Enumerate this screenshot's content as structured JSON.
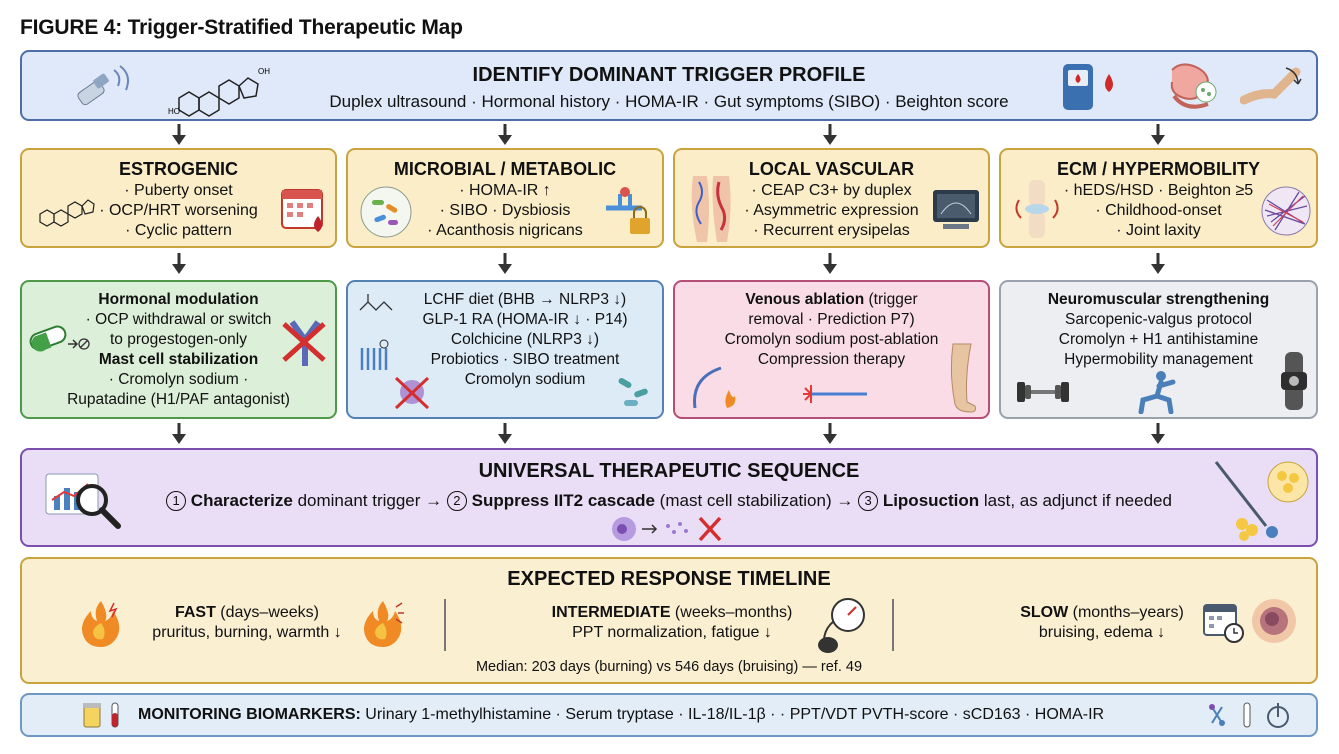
{
  "figure_title": "FIGURE 4: Trigger-Stratified Therapeutic Map",
  "identify": {
    "title": "IDENTIFY DOMINANT TRIGGER PROFILE",
    "subtitle": "Duplex ultrasound · Hormonal history · HOMA-IR · Gut symptoms (SIBO) · Beighton score"
  },
  "triggers": [
    {
      "title": "ESTROGENIC",
      "lines": [
        "· Puberty onset",
        "· OCP/HRT worsening",
        "· Cyclic pattern"
      ]
    },
    {
      "title": "MICROBIAL / METABOLIC",
      "lines": [
        "· HOMA-IR ↑",
        "· SIBO · Dysbiosis",
        "· Acanthosis nigricans"
      ]
    },
    {
      "title": "LOCAL VASCULAR",
      "lines": [
        "· CEAP C3+ by duplex",
        "· Asymmetric expression",
        "· Recurrent erysipelas"
      ]
    },
    {
      "title": "ECM / HYPERMOBILITY",
      "lines": [
        "· hEDS/HSD · Beighton ≥5",
        "· Childhood-onset",
        "· Joint laxity"
      ]
    }
  ],
  "therapies": {
    "hormonal": {
      "head1": "Hormonal modulation",
      "l1": "· OCP withdrawal or switch",
      "l2": "to progestogen-only",
      "head2": "Mast cell stabilization",
      "l3": "· Cromolyn sodium ·",
      "l4": "Rupatadine (H1/PAF antagonist)"
    },
    "metabolic": {
      "lines": [
        "LCHF diet (BHB → NLRP3 ↓)",
        "GLP-1 RA (HOMA-IR ↓ · P14)",
        "Colchicine (NLRP3 ↓)",
        "Probiotics · SIBO treatment",
        "Cromolyn sodium"
      ]
    },
    "vascular": {
      "head": "Venous ablation",
      "head_rest": " (trigger",
      "l1": "removal · Prediction P7)",
      "l2": "Cromolyn sodium post-ablation",
      "l3": "Compression therapy"
    },
    "ecm": {
      "head": "Neuromuscular strengthening",
      "l1": "Sarcopenic-valgus protocol",
      "l2": "Cromolyn + H1 antihistamine",
      "l3": "Hypermobility management"
    }
  },
  "universal": {
    "title": "UNIVERSAL THERAPEUTIC SEQUENCE",
    "n1": "1",
    "s1_bold": "Characterize",
    "s1_rest": " dominant trigger →",
    "n2": "2",
    "s2_bold": "Suppress IIT2 cascade",
    "s2_rest": " (mast cell stabilization) →",
    "n3": "3",
    "s3_bold": "Liposuction",
    "s3_rest": " last, as adjunct if needed"
  },
  "timeline": {
    "title": "EXPECTED RESPONSE TIMELINE",
    "fast_label": "FAST",
    "fast_range": " (days–weeks)",
    "fast_desc": "pruritus, burning, warmth ↓",
    "inter_label": "INTERMEDIATE",
    "inter_range": " (weeks–months)",
    "inter_desc": "PPT normalization, fatigue ↓",
    "slow_label": "SLOW",
    "slow_range": " (months–years)",
    "slow_desc": "bruising, edema ↓",
    "median": "Median: 203 days (burning) vs 546 days (bruising) — ref. 49"
  },
  "monitoring": {
    "label": "MONITORING BIOMARKERS:",
    "text": " Urinary 1-methylhistamine · Serum tryptase · IL-18/IL-1β · · PPT/VDT PVTH-score · sCD163 · HOMA-IR"
  },
  "colors": {
    "identify_fill": "#dfe9fa",
    "trigger_fill": "#fbedc8",
    "hormonal_fill": "#dcefd8",
    "metabolic_fill": "#ddebf7",
    "vascular_fill": "#f9dce6",
    "ecm_fill": "#eceef1",
    "universal_fill": "#e9def5",
    "timeline_fill": "#fbefd2",
    "monitor_fill": "#e2edf8"
  }
}
